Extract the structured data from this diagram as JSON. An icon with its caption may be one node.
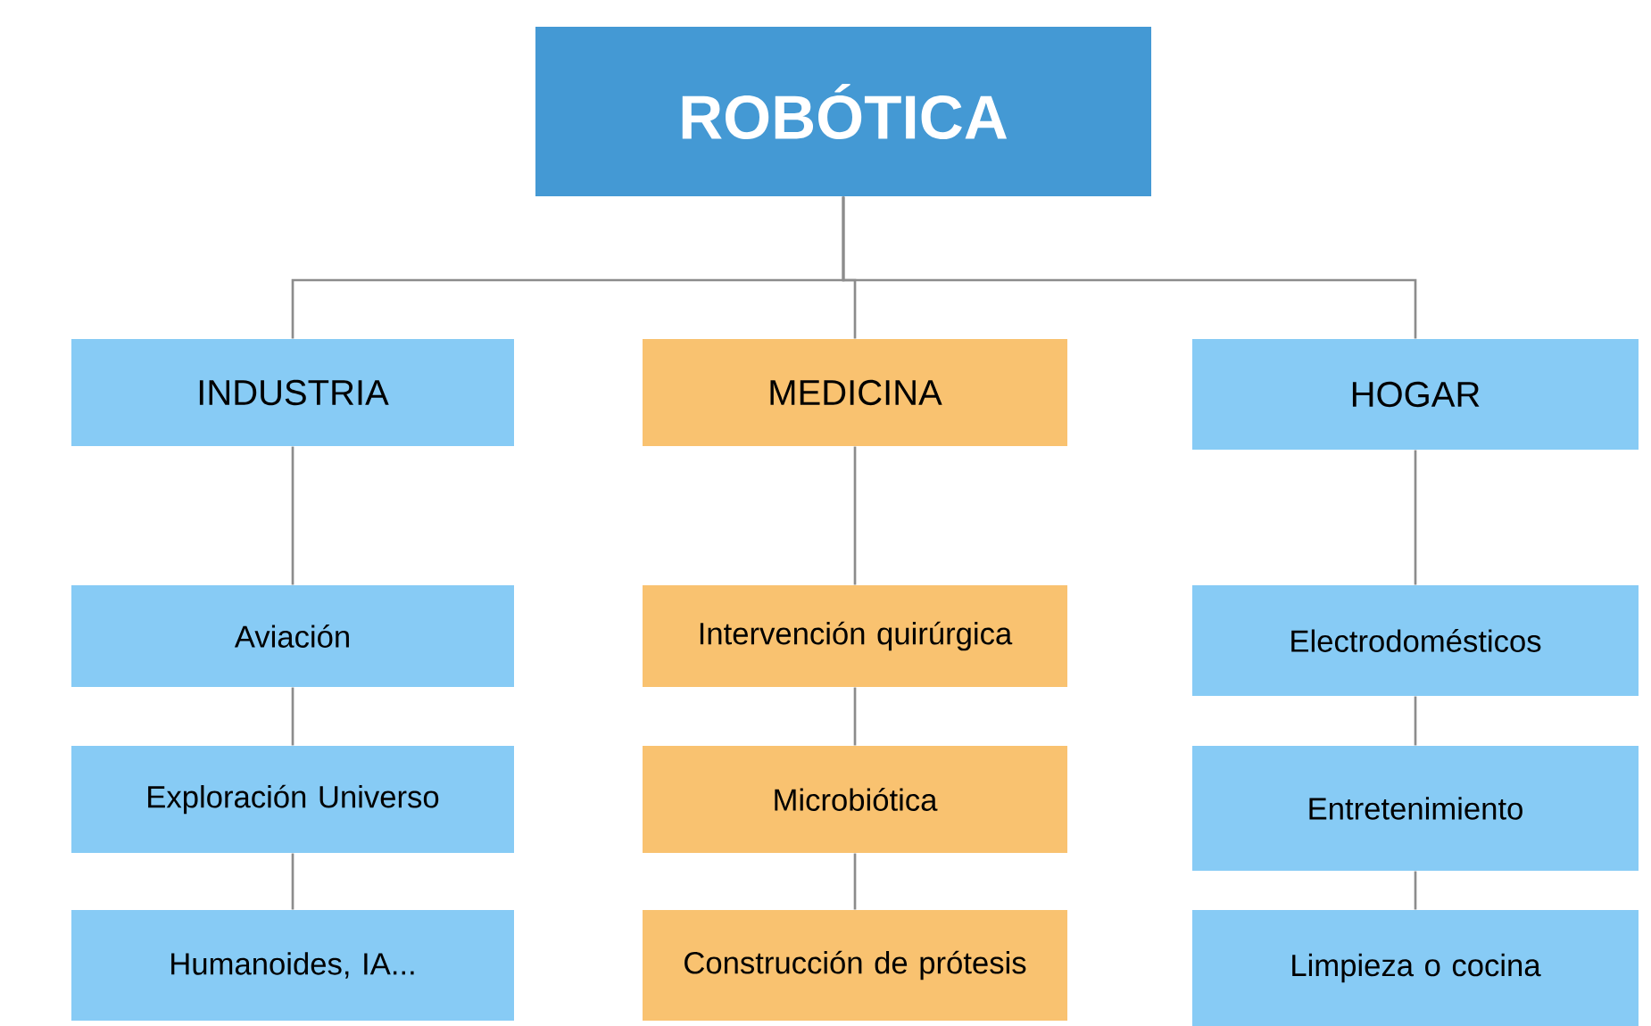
{
  "diagram": {
    "nodes": [
      {
        "text": [
          "ROBÓTICA"
        ]
      },
      {
        "text": [
          "INDUSTRIA"
        ]
      },
      {
        "text": [
          "MEDICINA"
        ]
      },
      {
        "text": [
          "HOGAR"
        ]
      },
      {
        "text": [
          "Aviación"
        ]
      },
      {
        "text": [
          "Exploración Universo"
        ]
      },
      {
        "text": [
          "Humanoides, IA..."
        ]
      },
      {
        "text": [
          "Intervención quirúrgica"
        ]
      },
      {
        "text": [
          "Microbiótica"
        ]
      },
      {
        "text": [
          "Construcción de prótesis"
        ]
      },
      {
        "text": [
          "Electrodomésticos"
        ]
      },
      {
        "text": [
          "Entretenimiento"
        ]
      },
      {
        "text": [
          "Limpieza o cocina"
        ]
      }
    ],
    "edges": [
      {
        "from": 0,
        "to": 1,
        "arrow": "none"
      },
      {
        "from": 0,
        "to": 2,
        "arrow": "none"
      },
      {
        "from": 0,
        "to": 3,
        "arrow": "none"
      },
      {
        "from": 1,
        "to": 4,
        "arrow": "none"
      },
      {
        "from": 4,
        "to": 5,
        "arrow": "none"
      },
      {
        "from": 5,
        "to": 6,
        "arrow": "none"
      },
      {
        "from": 2,
        "to": 7,
        "arrow": "none"
      },
      {
        "from": 7,
        "to": 8,
        "arrow": "none"
      },
      {
        "from": 8,
        "to": 9,
        "arrow": "none"
      },
      {
        "from": 3,
        "to": 10,
        "arrow": "none"
      },
      {
        "from": 10,
        "to": 11,
        "arrow": "none"
      },
      {
        "from": 11,
        "to": 12,
        "arrow": "none"
      }
    ]
  }
}
